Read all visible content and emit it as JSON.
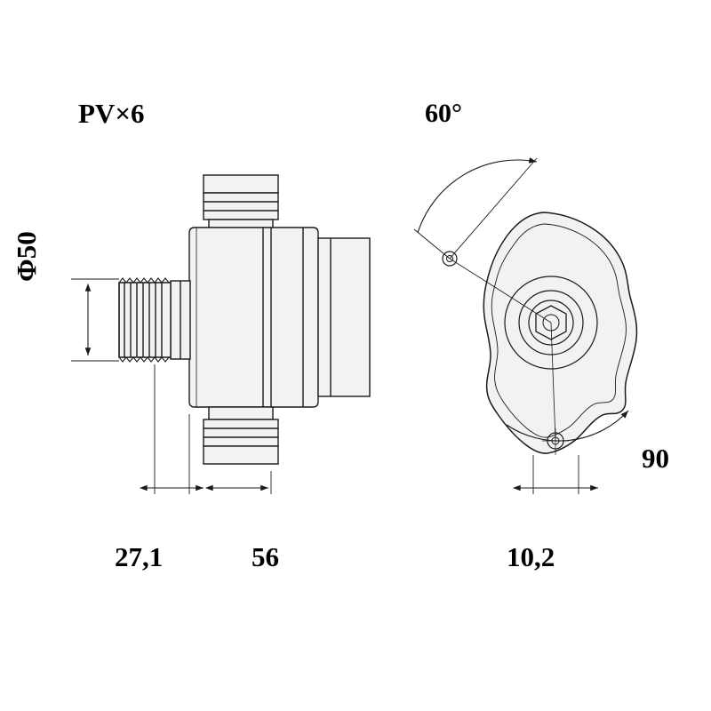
{
  "diagram": {
    "title": "Alternator technical drawing with dimensions",
    "background_color": "#ffffff",
    "line_color": "#1a1a1a",
    "fill_color": "#f2f2f2",
    "labels": {
      "pulley_grooves": "PV×6",
      "angle": "60°",
      "pulley_diameter": "Φ50",
      "mount_angle": "90",
      "dim_pulley_length": "27,1",
      "dim_body_length": "56",
      "dim_foot_width": "10,2"
    }
  },
  "chart_data": {
    "type": "table",
    "title": "Alternator dimensional data",
    "categories": [
      "PV×6",
      "Φ50",
      "27,1",
      "56",
      "10,2",
      "60°",
      "90"
    ],
    "values": [
      6,
      50,
      27.1,
      56,
      10.2,
      60,
      90
    ]
  }
}
